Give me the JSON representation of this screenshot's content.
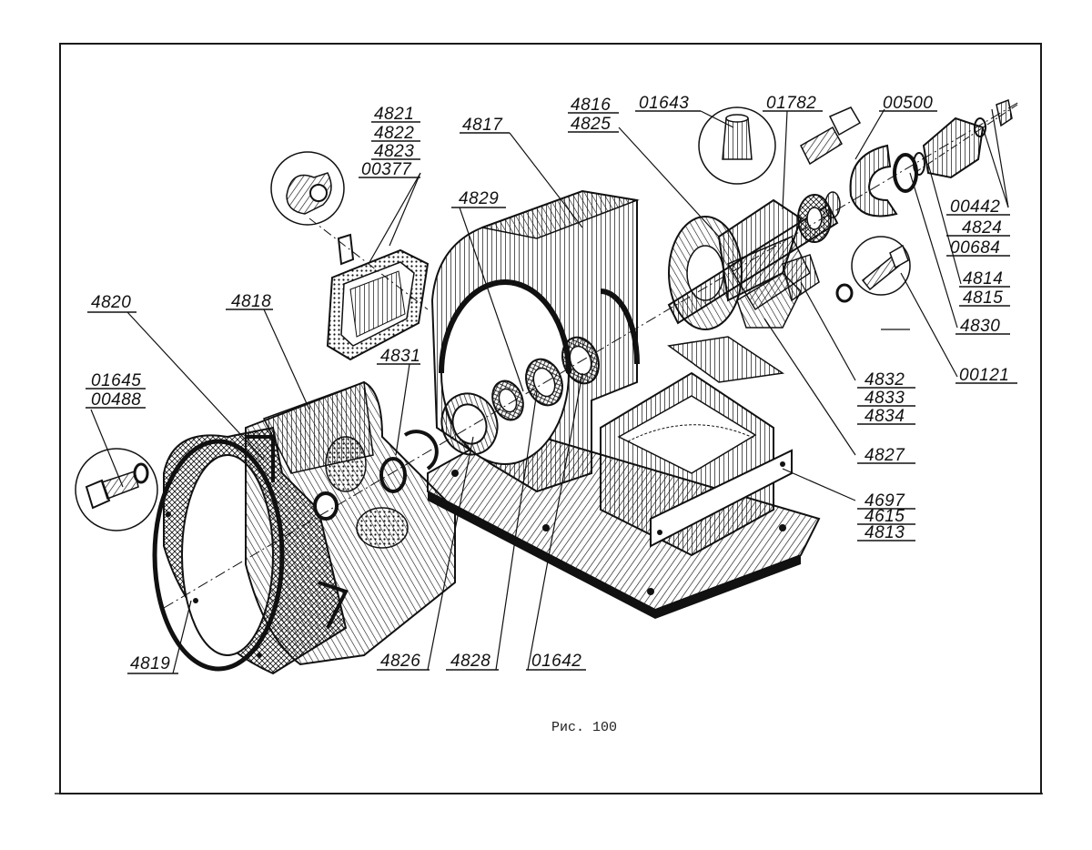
{
  "figure": {
    "caption": "Рис. 100",
    "colors": {
      "ink": "#111111",
      "paper": "#ffffff",
      "frame": "#1a1a1a"
    }
  },
  "labels": {
    "p4821": "4821",
    "p4822": "4822",
    "p4823": "4823",
    "p00377": "00377",
    "p4817": "4817",
    "p4829": "4829",
    "p4816": "4816",
    "p4825": "4825",
    "p01643": "01643",
    "p01782": "01782",
    "p00500": "00500",
    "p00442": "00442",
    "p4824": "4824",
    "p00684": "00684",
    "p4814": "4814",
    "p4815": "4815",
    "p4830": "4830",
    "p00121": "00121",
    "p4832": "4832",
    "p4833": "4833",
    "p4834": "4834",
    "p4827": "4827",
    "p4697": "4697",
    "p4615": "4615",
    "p4813": "4813",
    "p4820": "4820",
    "p4818": "4818",
    "p4831": "4831",
    "p01645": "01645",
    "p00488": "00488",
    "p4819": "4819",
    "p4826": "4826",
    "p4828": "4828",
    "p01642": "01642"
  }
}
